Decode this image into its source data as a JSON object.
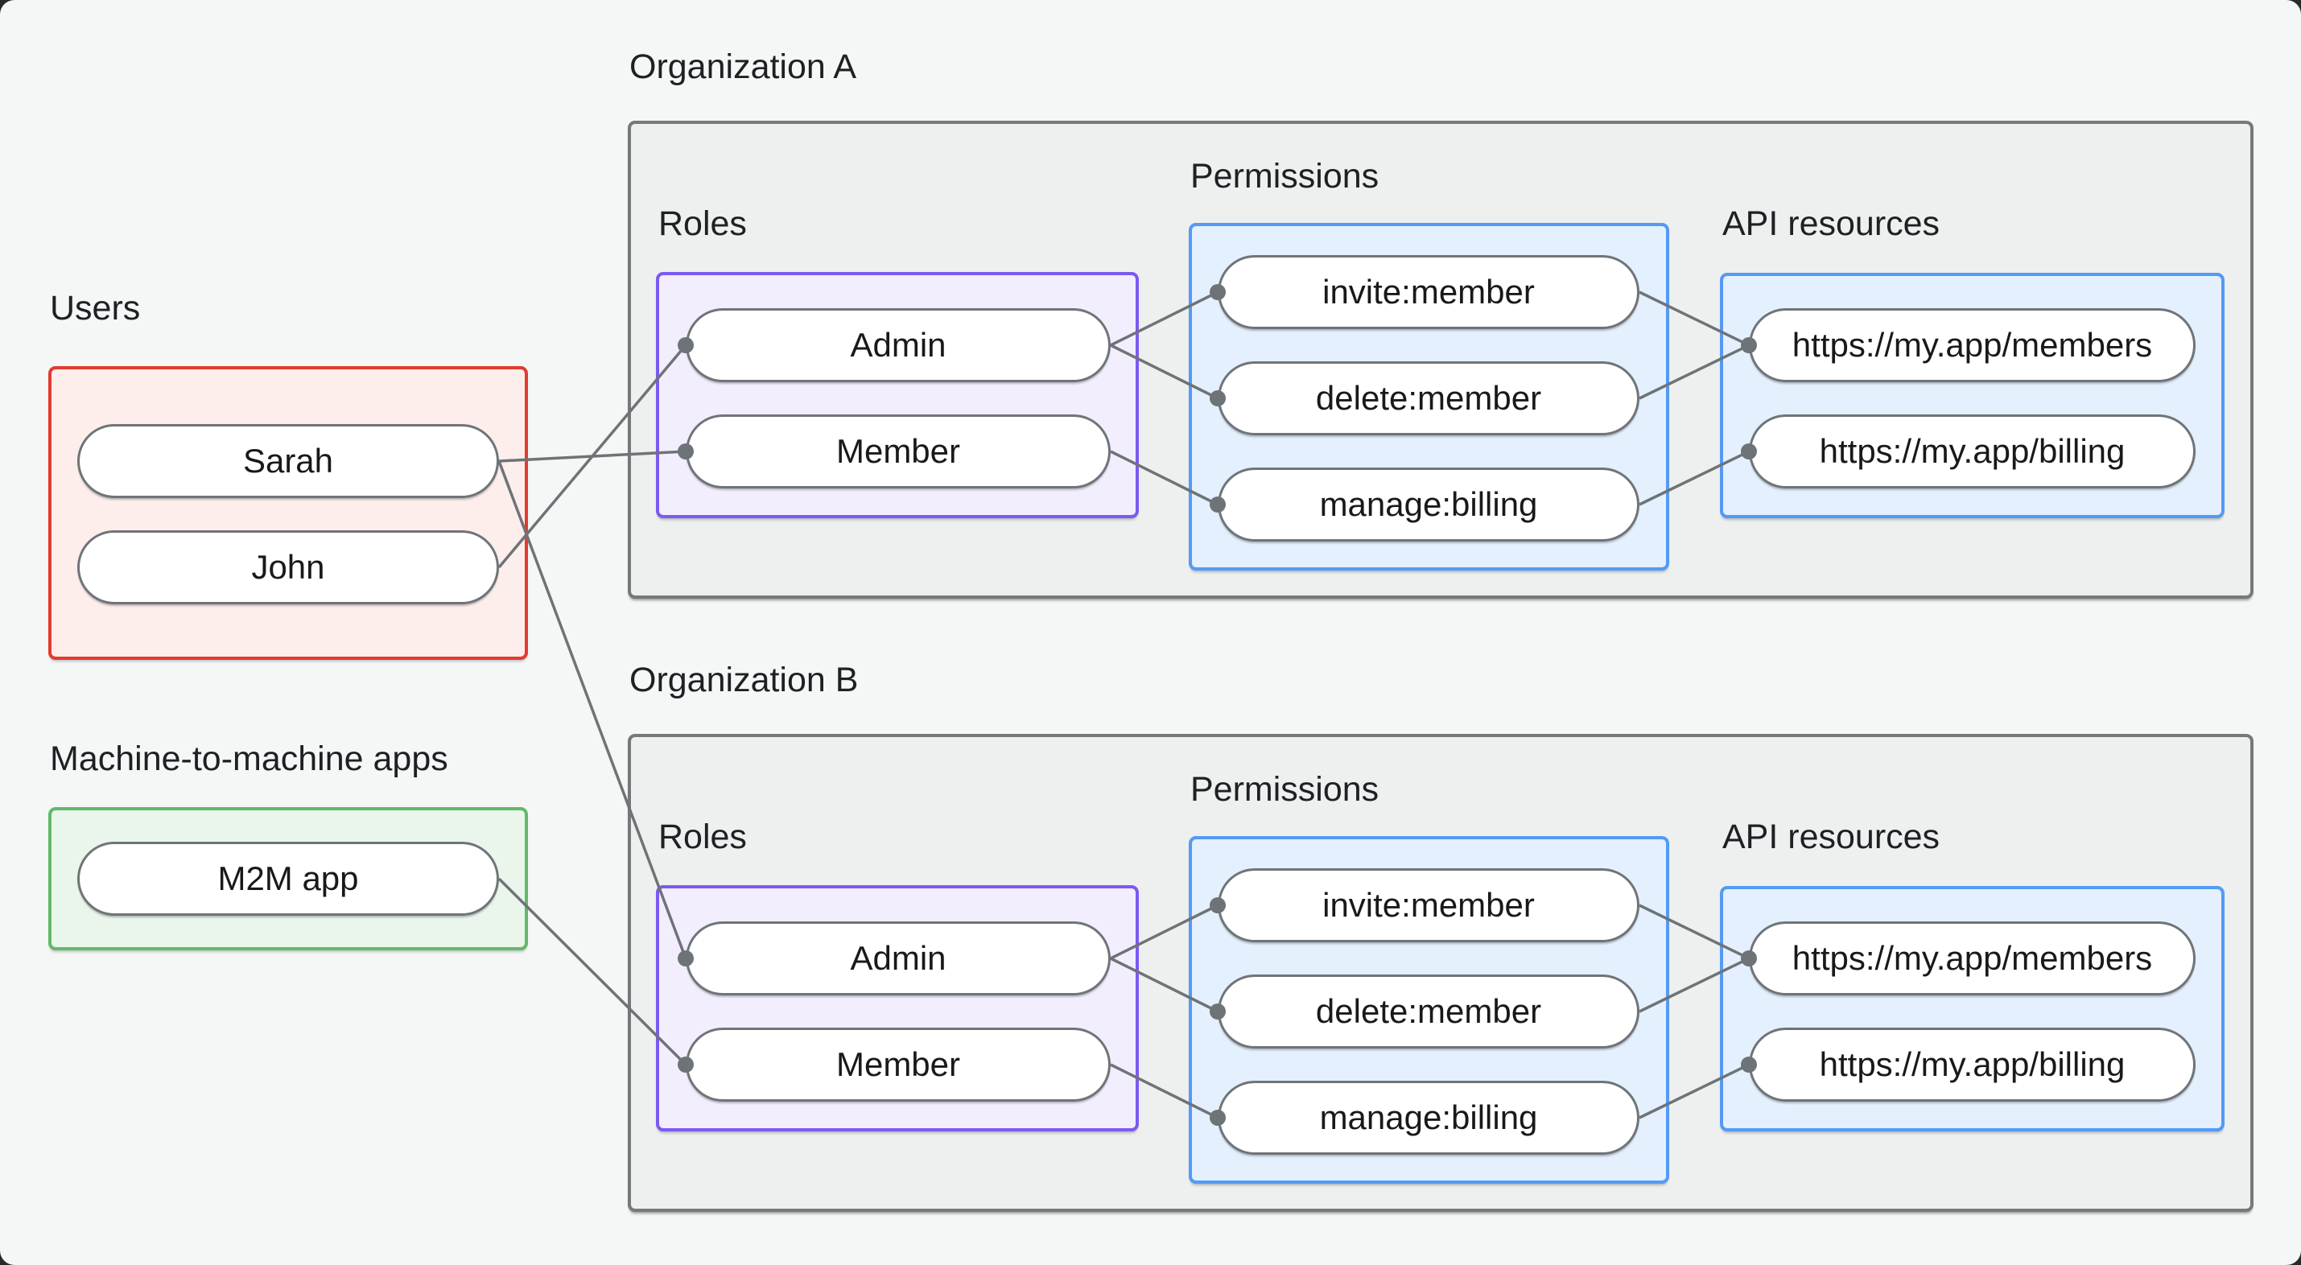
{
  "users_section": {
    "label": "Users",
    "nodes": [
      {
        "id": "sarah",
        "label": "Sarah"
      },
      {
        "id": "john",
        "label": "John"
      }
    ]
  },
  "m2m_section": {
    "label": "Machine-to-machine apps",
    "nodes": [
      {
        "id": "m2m",
        "label": "M2M app"
      }
    ]
  },
  "organizations": [
    {
      "title": "Organization A",
      "roles": {
        "label": "Roles",
        "items": [
          "Admin",
          "Member"
        ]
      },
      "permissions": {
        "label": "Permissions",
        "items": [
          "invite:member",
          "delete:member",
          "manage:billing"
        ]
      },
      "api_resources": {
        "label": "API resources",
        "items": [
          "https://my.app/members",
          "https://my.app/billing"
        ]
      }
    },
    {
      "title": "Organization B",
      "roles": {
        "label": "Roles",
        "items": [
          "Admin",
          "Member"
        ]
      },
      "permissions": {
        "label": "Permissions",
        "items": [
          "invite:member",
          "delete:member",
          "manage:billing"
        ]
      },
      "api_resources": {
        "label": "API resources",
        "items": [
          "https://my.app/members",
          "https://my.app/billing"
        ]
      }
    }
  ],
  "edges": [
    [
      "sarah",
      "a-member"
    ],
    [
      "john",
      "a-admin"
    ],
    [
      "sarah",
      "b-admin"
    ],
    [
      "m2m",
      "b-member"
    ],
    [
      "a-admin",
      "a-invite"
    ],
    [
      "a-admin",
      "a-delete"
    ],
    [
      "a-member",
      "a-manage"
    ],
    [
      "a-invite",
      "a-members"
    ],
    [
      "a-delete",
      "a-members"
    ],
    [
      "a-manage",
      "a-billing"
    ],
    [
      "b-admin",
      "b-invite"
    ],
    [
      "b-admin",
      "b-delete"
    ],
    [
      "b-member",
      "b-manage"
    ],
    [
      "b-invite",
      "b-members"
    ],
    [
      "b-delete",
      "b-members"
    ],
    [
      "b-manage",
      "b-billing"
    ]
  ],
  "palette": {
    "canvas-bg": "#f5f7f6",
    "text": "#1d2124",
    "org-border": "#75797c",
    "org-fill": "#eef0ef",
    "red-border": "#e23b2f",
    "red-fill": "#fdeeec",
    "green-border": "#62b968",
    "green-fill": "#eaf6ec",
    "purple-border": "#7b5af0",
    "purple-fill": "#f3eefd",
    "blue-border": "#549af5",
    "blue-fill": "#e4f0fd",
    "node-border": "#6f7478",
    "node-fill": "#ffffff",
    "edge-line": "#6e7377",
    "edge-dot": "#6e7377"
  }
}
